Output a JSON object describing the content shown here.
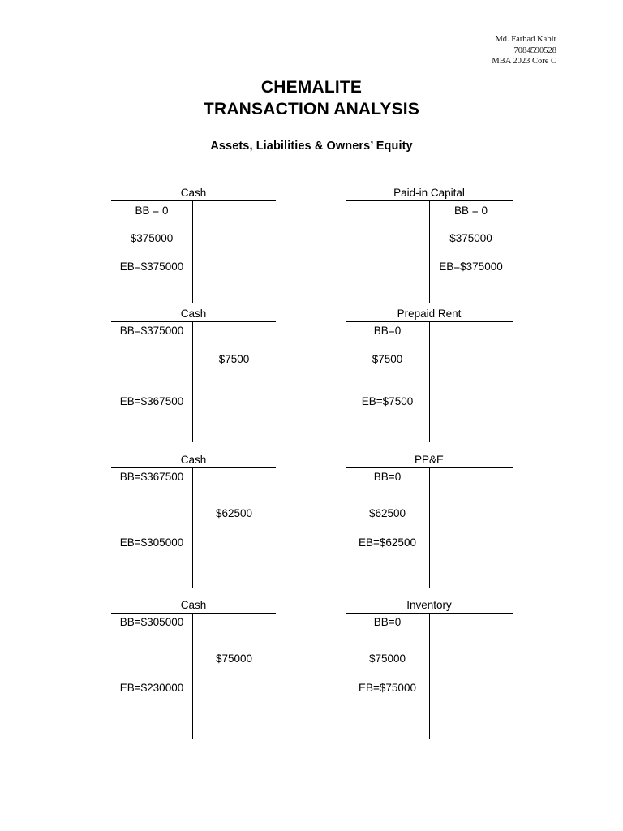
{
  "student": {
    "name": "Md. Farhad Kabir",
    "id": "7084590528",
    "program": "MBA 2023 Core C"
  },
  "titles": {
    "line1": "CHEMALITE",
    "line2": "TRANSACTION ANALYSIS",
    "subtitle": "Assets, Liabilities & Owners’ Equity"
  },
  "accounts": [
    {
      "name": "Cash",
      "side": "left",
      "row": 1,
      "entries": [
        {
          "text": "BB = 0",
          "side": "debit",
          "kind": "beginning-balance"
        },
        {
          "text": "$375000",
          "side": "debit",
          "kind": "entry"
        },
        {
          "text": "EB=$375000",
          "side": "debit",
          "kind": "ending-balance"
        }
      ]
    },
    {
      "name": "Paid-in Capital",
      "side": "right",
      "row": 1,
      "entries": [
        {
          "text": "BB = 0",
          "side": "credit",
          "kind": "beginning-balance"
        },
        {
          "text": "$375000",
          "side": "credit",
          "kind": "entry"
        },
        {
          "text": "EB=$375000",
          "side": "credit",
          "kind": "ending-balance"
        }
      ]
    },
    {
      "name": "Cash",
      "side": "left",
      "row": 2,
      "entries": [
        {
          "text": "BB=$375000",
          "side": "debit",
          "kind": "beginning-balance"
        },
        {
          "text": "$7500",
          "side": "credit",
          "kind": "entry"
        },
        {
          "text": "EB=$367500",
          "side": "debit",
          "kind": "ending-balance"
        }
      ]
    },
    {
      "name": "Prepaid Rent",
      "side": "right",
      "row": 2,
      "entries": [
        {
          "text": "BB=0",
          "side": "debit",
          "kind": "beginning-balance"
        },
        {
          "text": "$7500",
          "side": "debit",
          "kind": "entry"
        },
        {
          "text": "EB=$7500",
          "side": "debit",
          "kind": "ending-balance"
        }
      ]
    },
    {
      "name": "Cash",
      "side": "left",
      "row": 3,
      "entries": [
        {
          "text": "BB=$367500",
          "side": "debit",
          "kind": "beginning-balance"
        },
        {
          "text": "$62500",
          "side": "credit",
          "kind": "entry"
        },
        {
          "text": "EB=$305000",
          "side": "debit",
          "kind": "ending-balance"
        }
      ]
    },
    {
      "name": "PP&E",
      "side": "right",
      "row": 3,
      "entries": [
        {
          "text": "BB=0",
          "side": "debit",
          "kind": "beginning-balance"
        },
        {
          "text": "$62500",
          "side": "debit",
          "kind": "entry"
        },
        {
          "text": "EB=$62500",
          "side": "debit",
          "kind": "ending-balance"
        }
      ]
    },
    {
      "name": "Cash",
      "side": "left",
      "row": 4,
      "entries": [
        {
          "text": "BB=$305000",
          "side": "debit",
          "kind": "beginning-balance"
        },
        {
          "text": "$75000",
          "side": "credit",
          "kind": "entry"
        },
        {
          "text": "EB=$230000",
          "side": "debit",
          "kind": "ending-balance"
        }
      ]
    },
    {
      "name": "Inventory",
      "side": "right",
      "row": 4,
      "entries": [
        {
          "text": "BB=0",
          "side": "debit",
          "kind": "beginning-balance"
        },
        {
          "text": "$75000",
          "side": "debit",
          "kind": "entry"
        },
        {
          "text": "EB=$75000",
          "side": "debit",
          "kind": "ending-balance"
        }
      ]
    }
  ]
}
